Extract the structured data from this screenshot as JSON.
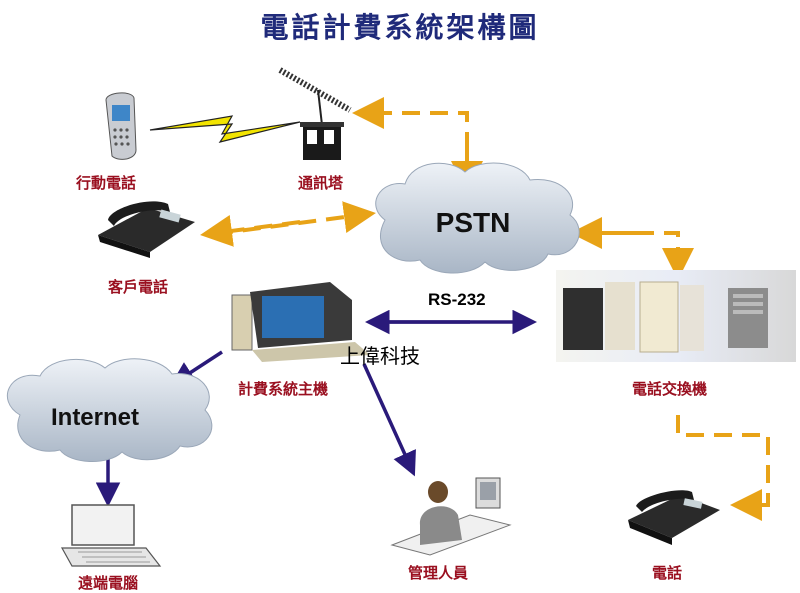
{
  "title": "電話計費系統架構圖",
  "labels": {
    "mobile": "行動電話",
    "tower": "通訊塔",
    "customer_phone": "客戶電話",
    "pstn": "PSTN",
    "host": "計費系統主機",
    "pbx": "電話交換機",
    "internet": "Internet",
    "remote_pc": "遠端電腦",
    "manager": "管理人員",
    "phone": "電話",
    "rs232": "RS-232",
    "company": "上偉科技"
  },
  "colors": {
    "title": "#1f2a7a",
    "label": "#9a1020",
    "dashed_arrow": "#e8a317",
    "solid_arrow": "#2a1a7a",
    "cloud": "#c8d2de"
  },
  "icons": [
    "mobile-phone-icon",
    "tower-icon",
    "desk-phone-icon",
    "computer-icon",
    "pbx-icon",
    "laptop-icon",
    "manager-icon",
    "telephone-icon"
  ]
}
